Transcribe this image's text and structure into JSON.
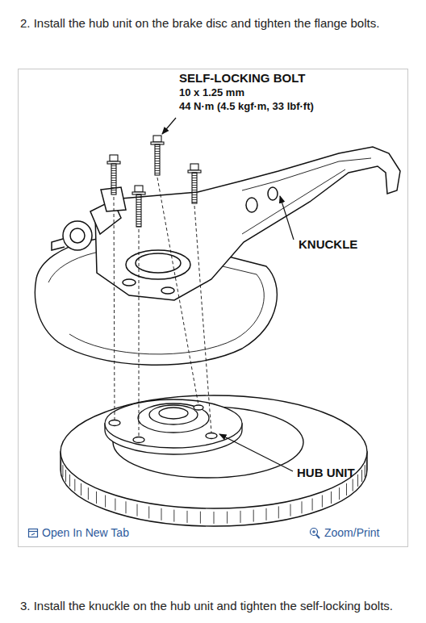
{
  "diagram": {
    "labels": [
      "2. Install the hub unit on the brake disc and tighten the flange bolts.",
      "SELF-LOCKING BOLT",
      "10 x 1.25 mm",
      "44 N·m (4.5 kgf·m, 33 lbf·ft)",
      "KNUCKLE",
      "HUB UNIT",
      "Open In New Tab",
      "Zoom/Print",
      "3. Install the knuckle on the hub unit and tighten the self-locking bolts."
    ]
  }
}
